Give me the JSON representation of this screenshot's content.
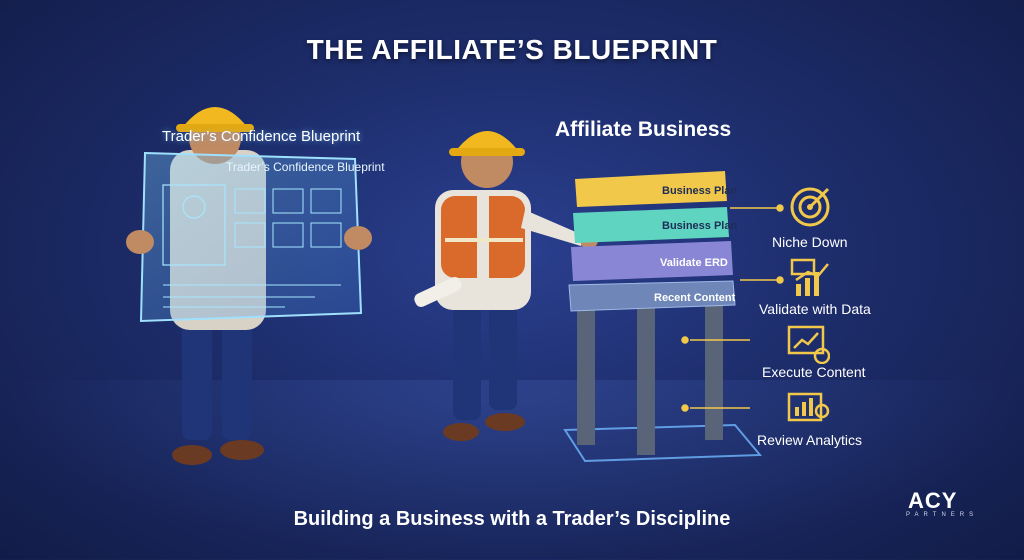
{
  "title": "THE AFFILIATE’S BLUEPRINT",
  "subtitle": "Building a Business with a Trader’s Discipline",
  "left_figure": {
    "caption": "Trader’s Confidence Blueprint",
    "sheet_title": "Trader’s Confidence Blueprint"
  },
  "right_section": {
    "title": "Affiliate Business",
    "layers": [
      {
        "label": "Business Plan",
        "color": "#f2c84a"
      },
      {
        "label": "Business Plan",
        "color": "#5fd4c0"
      },
      {
        "label": "Validate ERD",
        "color": "#8a86d6"
      },
      {
        "label": "Recent Content",
        "color": "#6f87b8"
      }
    ],
    "steps": [
      {
        "label": "Niche Down",
        "icon": "target-icon"
      },
      {
        "label": "Validate with Data",
        "icon": "ab-chart-icon"
      },
      {
        "label": "Execute Content",
        "icon": "chart-screen-icon"
      },
      {
        "label": "Review Analytics",
        "icon": "analytics-icon"
      }
    ]
  },
  "brand": {
    "logo": "ACY",
    "tagline": "PARTNERS"
  },
  "colors": {
    "accent": "#f2c84a",
    "hologram": "#7fd0ff",
    "background": "#1d2d6b"
  }
}
